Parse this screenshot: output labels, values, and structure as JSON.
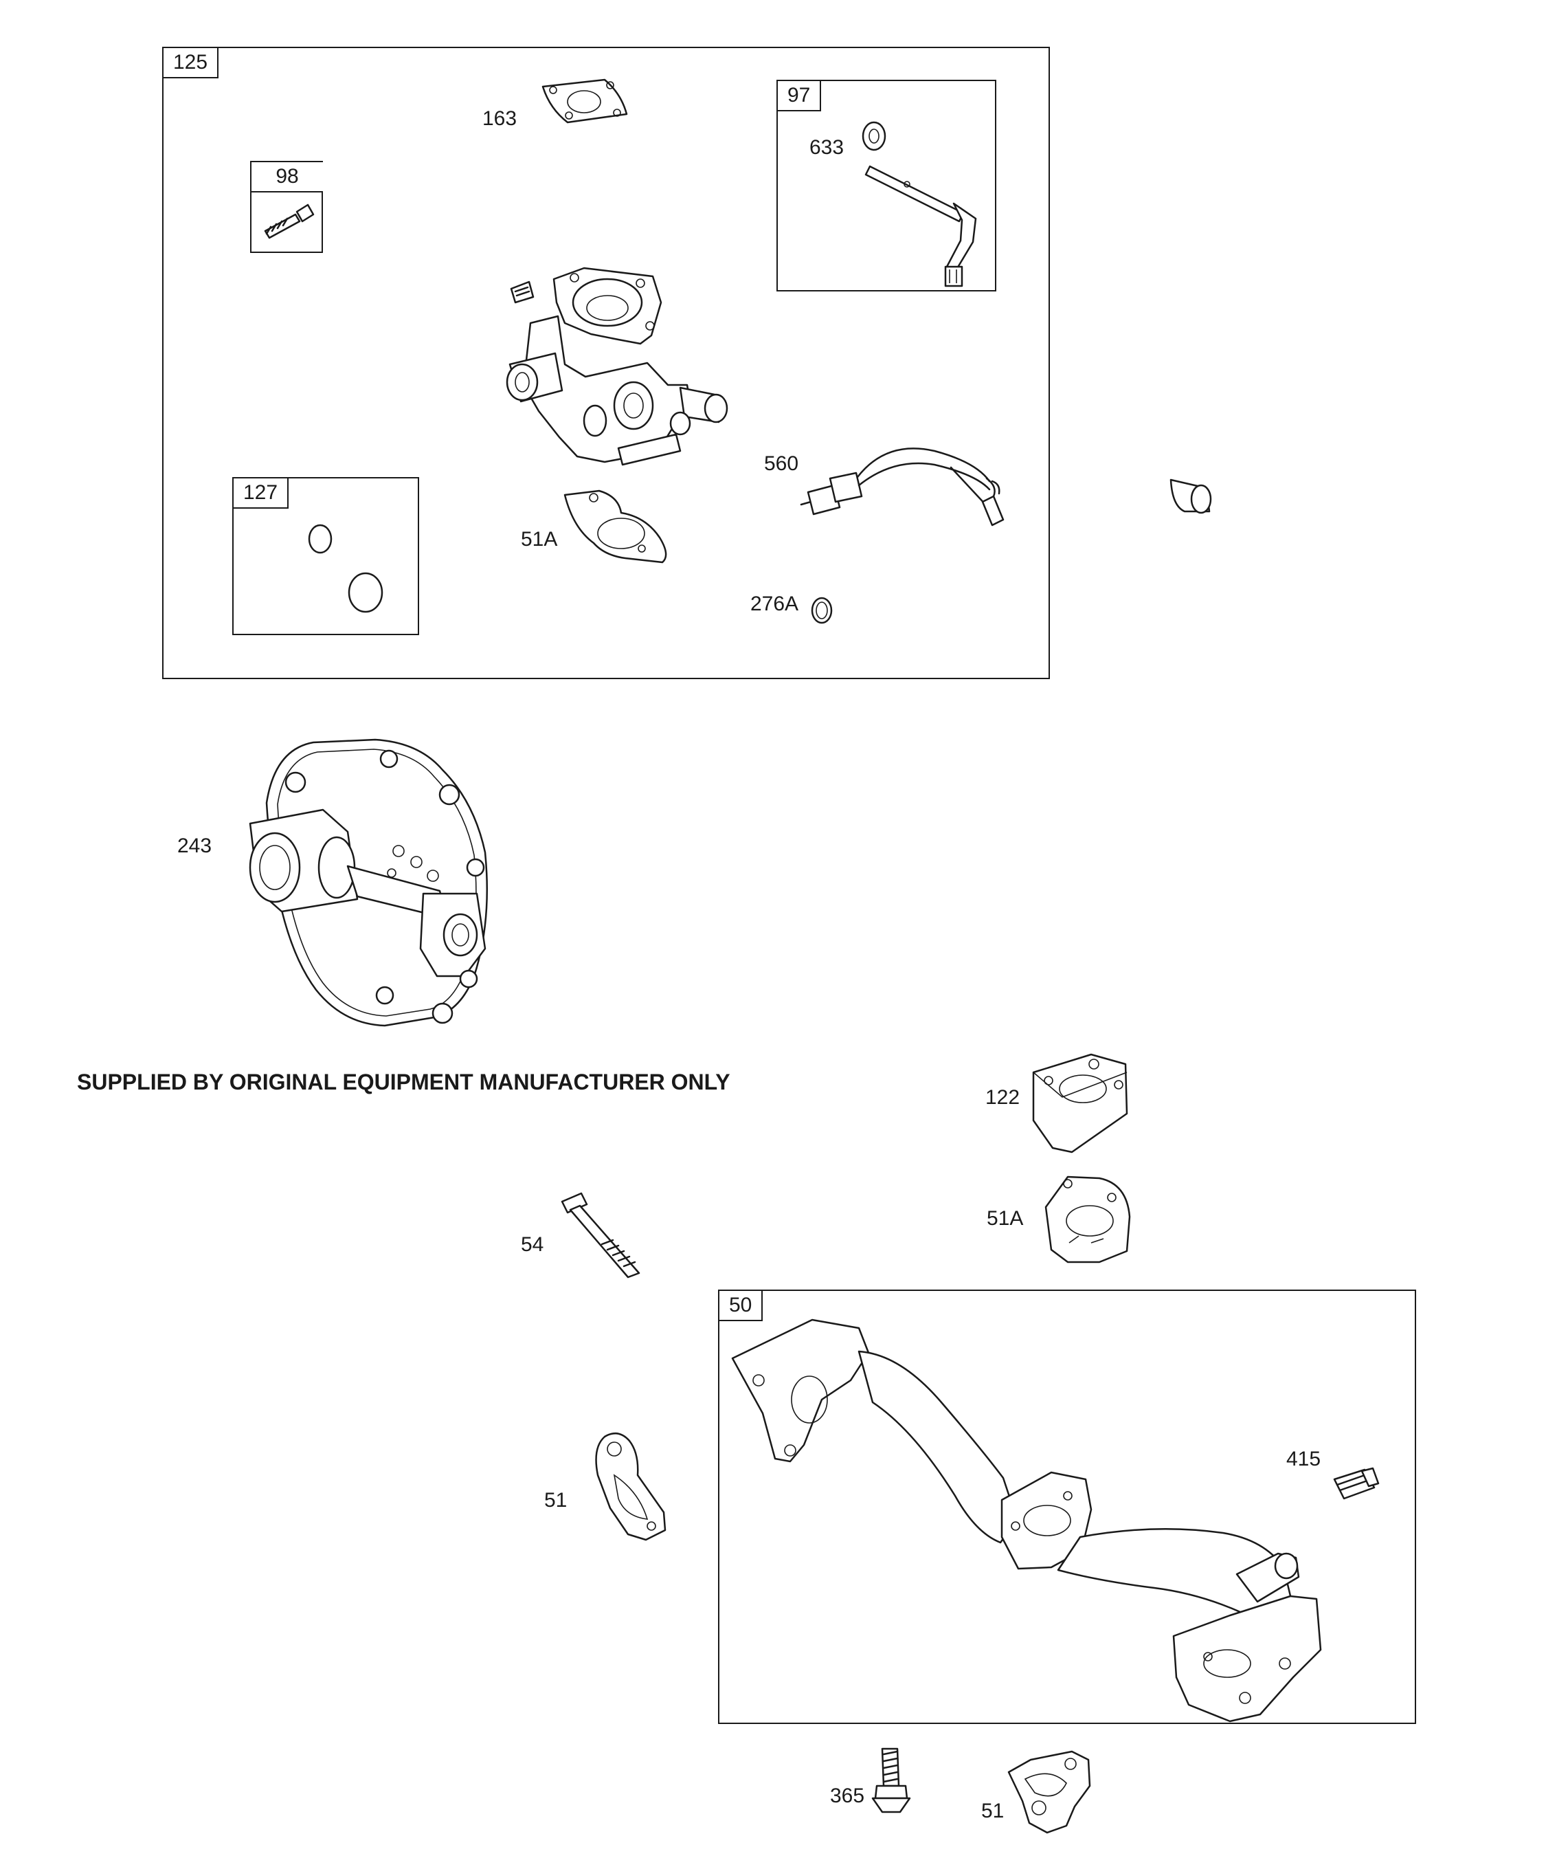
{
  "note": "SUPPLIED BY ORIGINAL EQUIPMENT MANUFACTURER ONLY",
  "boxes": {
    "b125": "125",
    "b97": "97",
    "b98": "98",
    "b127": "127",
    "b50": "50"
  },
  "callouts": {
    "c163": "163",
    "c633": "633",
    "c560": "560",
    "c51A_top": "51A",
    "c276A": "276A",
    "c243": "243",
    "c122": "122",
    "c51A_mid": "51A",
    "c54": "54",
    "c51_left": "51",
    "c415": "415",
    "c365": "365",
    "c51_bottom": "51"
  }
}
